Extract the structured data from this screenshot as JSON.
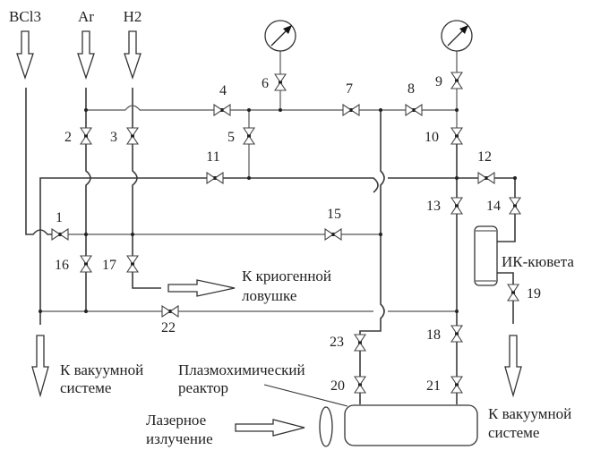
{
  "gases": {
    "bcl3": "BCl3",
    "ar": "Ar",
    "h2": "H2"
  },
  "valves": [
    "1",
    "2",
    "3",
    "4",
    "5",
    "6",
    "7",
    "8",
    "9",
    "10",
    "11",
    "12",
    "13",
    "14",
    "15",
    "16",
    "17",
    "18",
    "19",
    "20",
    "21",
    "22",
    "23"
  ],
  "labels": {
    "cryo_line1": "К криогенной",
    "cryo_line2": "ловушке",
    "vac_left_line1": "К вакуумной",
    "vac_left_line2": "системе",
    "reactor_line1": "Плазмохимический",
    "reactor_line2": "реактор",
    "laser_line1": "Лазерное",
    "laser_line2": "излучение",
    "cuvette": "ИК-кювета",
    "vac_right_line1": "К вакуумной",
    "vac_right_line2": "системе"
  },
  "gauges": [
    "pressure-gauge-1",
    "pressure-gauge-2"
  ]
}
